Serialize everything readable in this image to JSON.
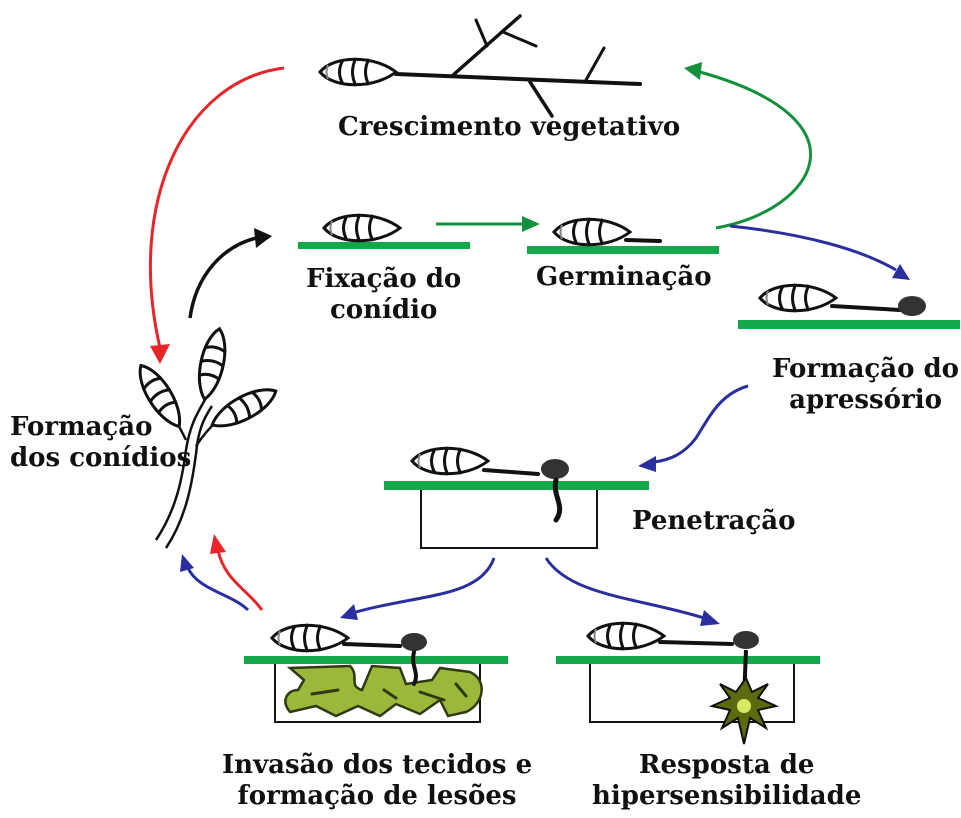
{
  "colors": {
    "leaf": "#13a84a",
    "lesion": "#9bb83a",
    "lesion_edge": "#2f3a12",
    "hypersensitive": "#5e6a10",
    "arrow_red": "#e8262a",
    "arrow_green": "#13903c",
    "arrow_blue": "#2b2f9e",
    "arrow_black": "#111111"
  },
  "stages": {
    "vegetative_growth": {
      "label": "Crescimento vegetativo"
    },
    "conidium_attachment": {
      "line1": "Fixação do",
      "line2": "conídio"
    },
    "germination": {
      "label": "Germinação"
    },
    "appressorium_formation": {
      "line1": "Formação do",
      "line2": "apressório"
    },
    "penetration": {
      "label": "Penetração"
    },
    "conidia_formation": {
      "line1": "Formação",
      "line2": "dos conídios"
    },
    "tissue_invasion": {
      "line1": "Invasão dos tecidos e",
      "line2": "formação de lesões"
    },
    "hypersensitive_response": {
      "line1": "Resposta de",
      "line2": "hipersensibilidade"
    }
  }
}
